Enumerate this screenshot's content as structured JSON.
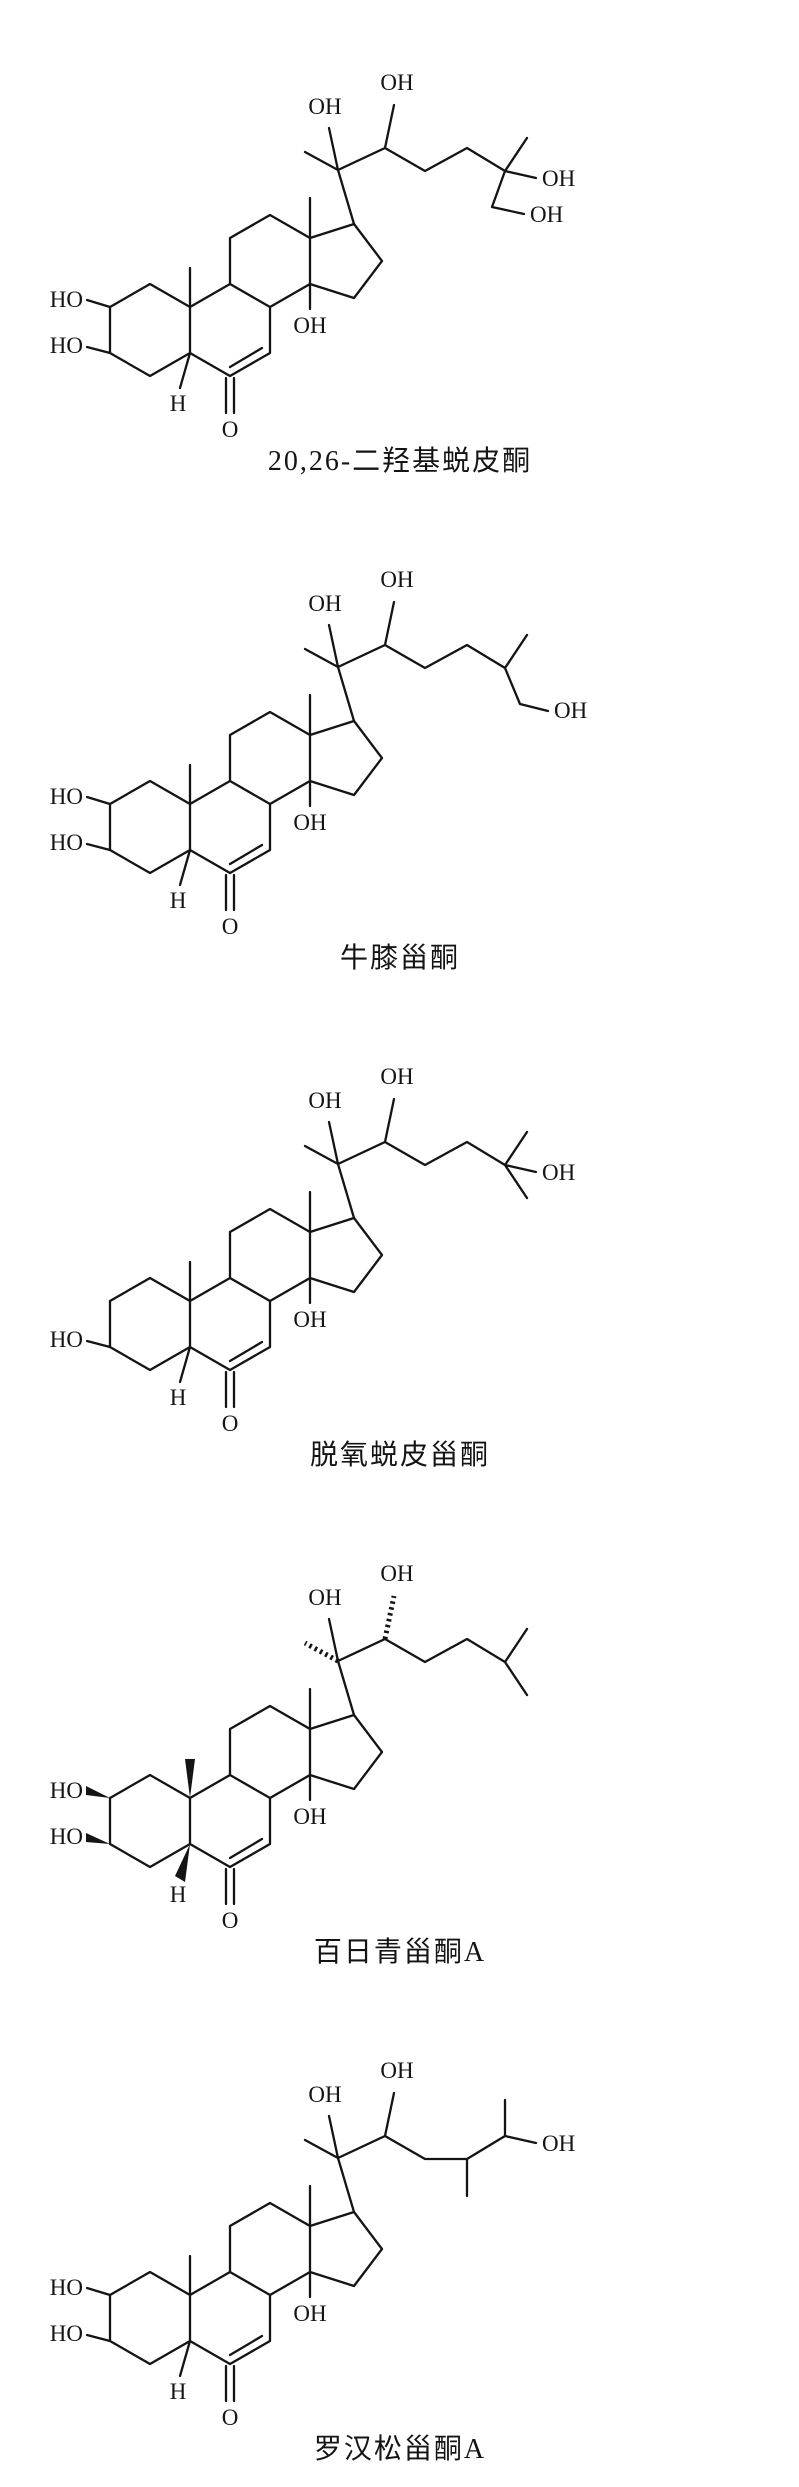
{
  "page": {
    "background": "#ffffff",
    "ink_color": "#141414"
  },
  "structures": [
    {
      "name": "20,26-二羟基蜕皮酮",
      "atom_labels": {
        "oh20": "OH",
        "oh22": "OH",
        "ho2": "HO",
        "ho3": "HO",
        "h5": "H",
        "o6": "O",
        "oh14": "OH",
        "oh25": "OH",
        "oh26": "OH"
      }
    },
    {
      "name": "牛膝甾酮",
      "atom_labels": {
        "oh20": "OH",
        "oh22": "OH",
        "ho2": "HO",
        "ho3": "HO",
        "h5": "H",
        "o6": "O",
        "oh14": "OH",
        "oh26": "OH"
      }
    },
    {
      "name": "脱氧蜕皮甾酮",
      "atom_labels": {
        "oh20": "OH",
        "oh22": "OH",
        "ho3": "HO",
        "h5": "H",
        "o6": "O",
        "oh14": "OH",
        "oh25": "OH"
      }
    },
    {
      "name": "百日青甾酮A",
      "atom_labels": {
        "oh20": "OH",
        "oh22": "OH",
        "ho2": "HO",
        "ho3": "HO",
        "h5": "H",
        "o6": "O",
        "oh14": "OH"
      }
    },
    {
      "name": "罗汉松甾酮A",
      "atom_labels": {
        "oh20": "OH",
        "oh22": "OH",
        "ho2": "HO",
        "ho3": "HO",
        "h5": "H",
        "o6": "O",
        "oh14": "OH",
        "oh25": "OH"
      }
    }
  ]
}
